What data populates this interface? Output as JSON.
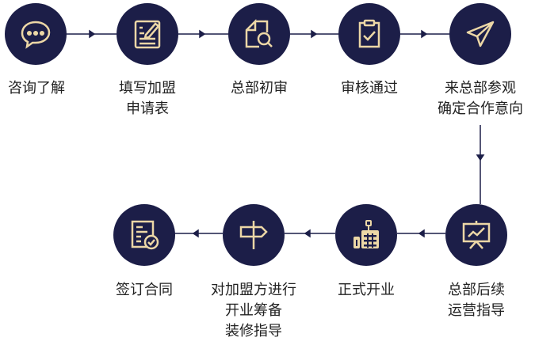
{
  "colors": {
    "circle": "#1c1e48",
    "icon": "#ecd7a6",
    "line": "#1c1e48",
    "text": "#222222"
  },
  "steps": [
    {
      "icon": "chat-bubble-icon",
      "lines": [
        "咨询了解"
      ]
    },
    {
      "icon": "form-edit-icon",
      "lines": [
        "填写加盟",
        "申请表"
      ]
    },
    {
      "icon": "document-search-icon",
      "lines": [
        "总部初审"
      ]
    },
    {
      "icon": "clipboard-check-icon",
      "lines": [
        "审核通过"
      ]
    },
    {
      "icon": "paper-plane-icon",
      "lines": [
        "来总部参观",
        "确定合作意向"
      ]
    },
    {
      "icon": "presentation-chart-icon",
      "lines": [
        "总部后续",
        "运营指导"
      ]
    },
    {
      "icon": "building-icon",
      "lines": [
        "正式开业"
      ]
    },
    {
      "icon": "signpost-icon",
      "lines": [
        "对加盟方进行",
        "开业筹备",
        "装修指导"
      ]
    },
    {
      "icon": "contract-check-icon",
      "lines": [
        "签订合同"
      ]
    }
  ]
}
